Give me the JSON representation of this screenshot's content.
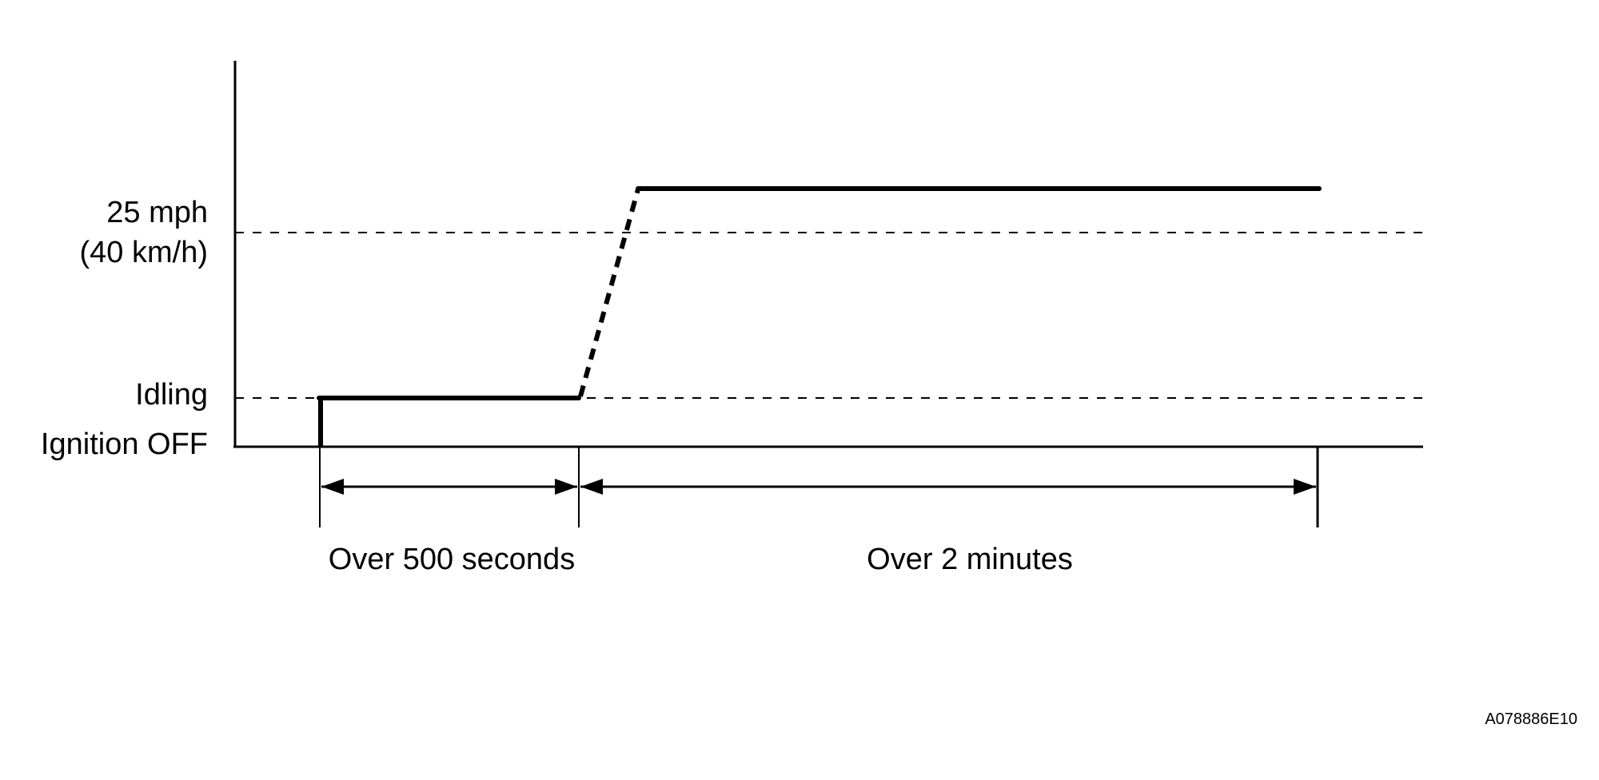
{
  "levels": {
    "speed_mph": "25 mph",
    "speed_kmh": "(40 km/h)",
    "idling": "Idling",
    "ignition_off": "Ignition OFF"
  },
  "intervals": {
    "first": "Over 500 seconds",
    "second": "Over 2 minutes"
  },
  "figure_code": "A078886E10"
}
